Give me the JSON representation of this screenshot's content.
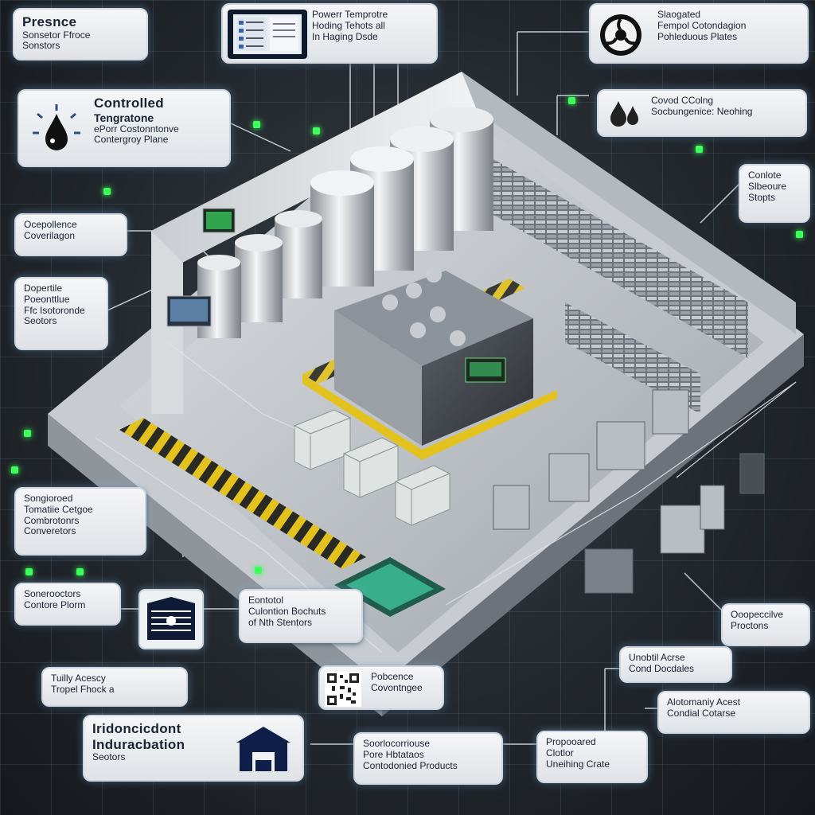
{
  "labels": {
    "presence": [
      "Presnce",
      "Sonsetor Ffroce",
      "Sonstors"
    ],
    "power_temp": [
      "Powerr Temprotre",
      "Hoding Tehots all",
      "In Haging Dsde"
    ],
    "segregated": [
      "Slaogated",
      "Fempol Cotondagion",
      "Pohleduous Plates"
    ],
    "controlled_temp": [
      "Controlled",
      "Tengratone",
      "ePorr Costonntonve",
      "Contergroy Plane"
    ],
    "covered_cooling": [
      "Covod CColng",
      "Socbungenice: Neohing"
    ],
    "concrete": [
      "Conlote",
      "Slbeoure",
      "Stopts"
    ],
    "operations_coverage": [
      "Ocepollence",
      "Coverilagon"
    ],
    "dependable": [
      "Dopertile",
      "Poeonttlue",
      "Ffc Isotoronde",
      "Seotors"
    ],
    "segregated_temp": [
      "Songioroed",
      "Tomatiie Cetgoe",
      "Combrotonrs",
      "Converetors"
    ],
    "storage_plan": [
      "Sonerooctors",
      "Contore Plorm"
    ],
    "external": [
      "Eontotol",
      "Culontion Bochuts",
      "of Nth Stentors"
    ],
    "tribally": [
      "Tuilly Acescy",
      "Tropel Fhock a"
    ],
    "independent": [
      "Iridoncicdont",
      "Induracbation",
      "Seotors"
    ],
    "pobcence": [
      "Pobcence",
      "Covontngee"
    ],
    "sootoro": [
      "Soorlocorriouse",
      "Pore Hbtataos",
      "Contodonied Products"
    ],
    "proposed": [
      "Propooared",
      "Clotlor",
      "Uneihing Crate"
    ],
    "operative": [
      "Ooopeccilve",
      "Proctons"
    ],
    "unobtil": [
      "Unobtil Acrse",
      "Cond Docdales"
    ],
    "automary": [
      "Alotomaniy Acest",
      "Condial Cotarse"
    ]
  },
  "colors": {
    "accent_led": "#3cff5a",
    "card_bg": "#eef1f4",
    "hazard_yellow": "#e3c21d"
  },
  "icons": [
    "monitor-icon",
    "biohazard-icon",
    "water-drop-icon",
    "drops-icon",
    "storage-box-icon",
    "qr-code-icon",
    "warehouse-icon"
  ]
}
